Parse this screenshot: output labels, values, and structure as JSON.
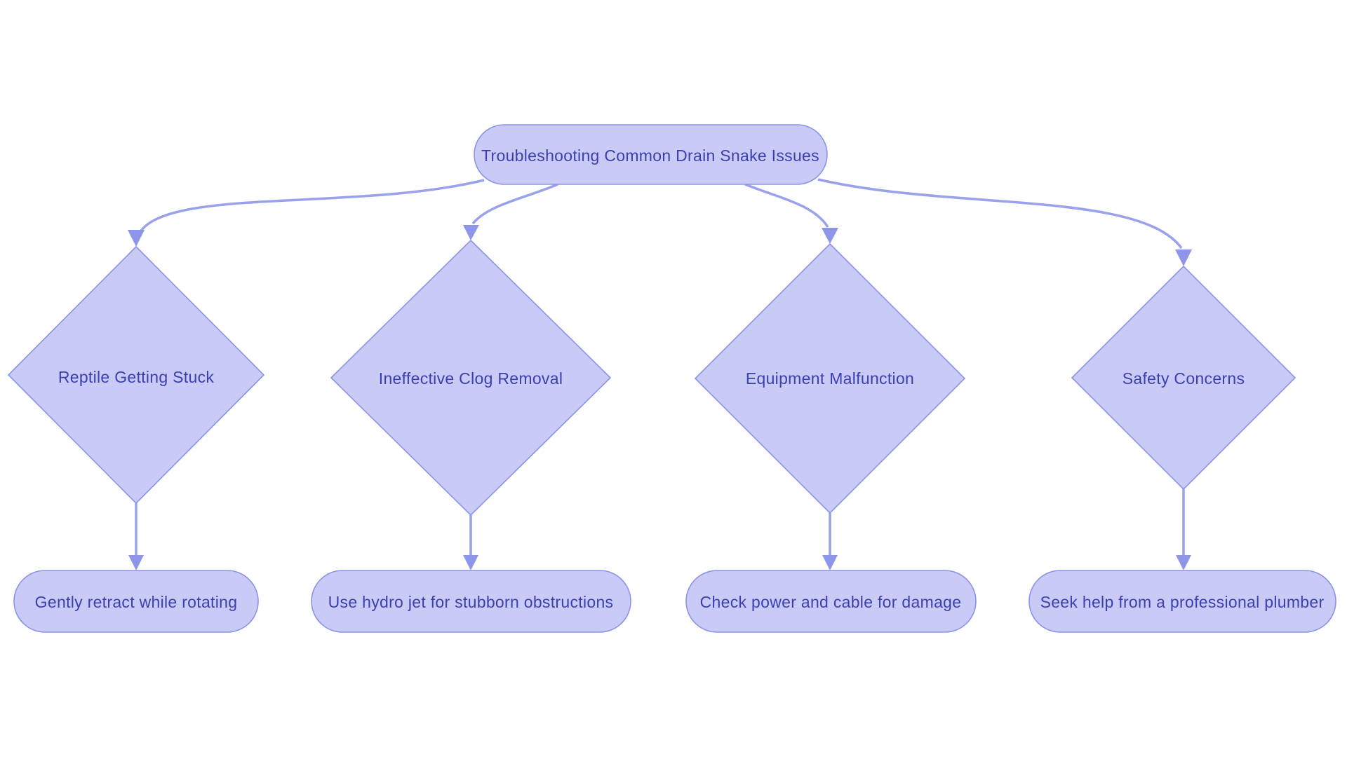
{
  "flowchart": {
    "type": "flowchart",
    "direction": "top-down",
    "root": {
      "label": "Troubleshooting Common Drain Snake Issues",
      "shape": "rounded-pill"
    },
    "branches": [
      {
        "decision": "Reptile Getting Stuck",
        "action": "Gently retract while rotating",
        "decision_shape": "diamond",
        "action_shape": "rounded-pill"
      },
      {
        "decision": "Ineffective Clog Removal",
        "action": "Use hydro jet for stubborn obstructions",
        "decision_shape": "diamond",
        "action_shape": "rounded-pill"
      },
      {
        "decision": "Equipment Malfunction",
        "action": "Check power and cable for damage",
        "decision_shape": "diamond",
        "action_shape": "rounded-pill"
      },
      {
        "decision": "Safety Concerns",
        "action": "Seek help from a professional plumber",
        "decision_shape": "diamond",
        "action_shape": "rounded-pill"
      }
    ],
    "colors": {
      "background": "#ffffff",
      "node_fill": "#c9cbf6",
      "node_border": "#8b93e8",
      "edge_stroke": "#9aa1ec",
      "arrowhead_fill": "#8e96e9",
      "text": "#3b40b0"
    }
  }
}
